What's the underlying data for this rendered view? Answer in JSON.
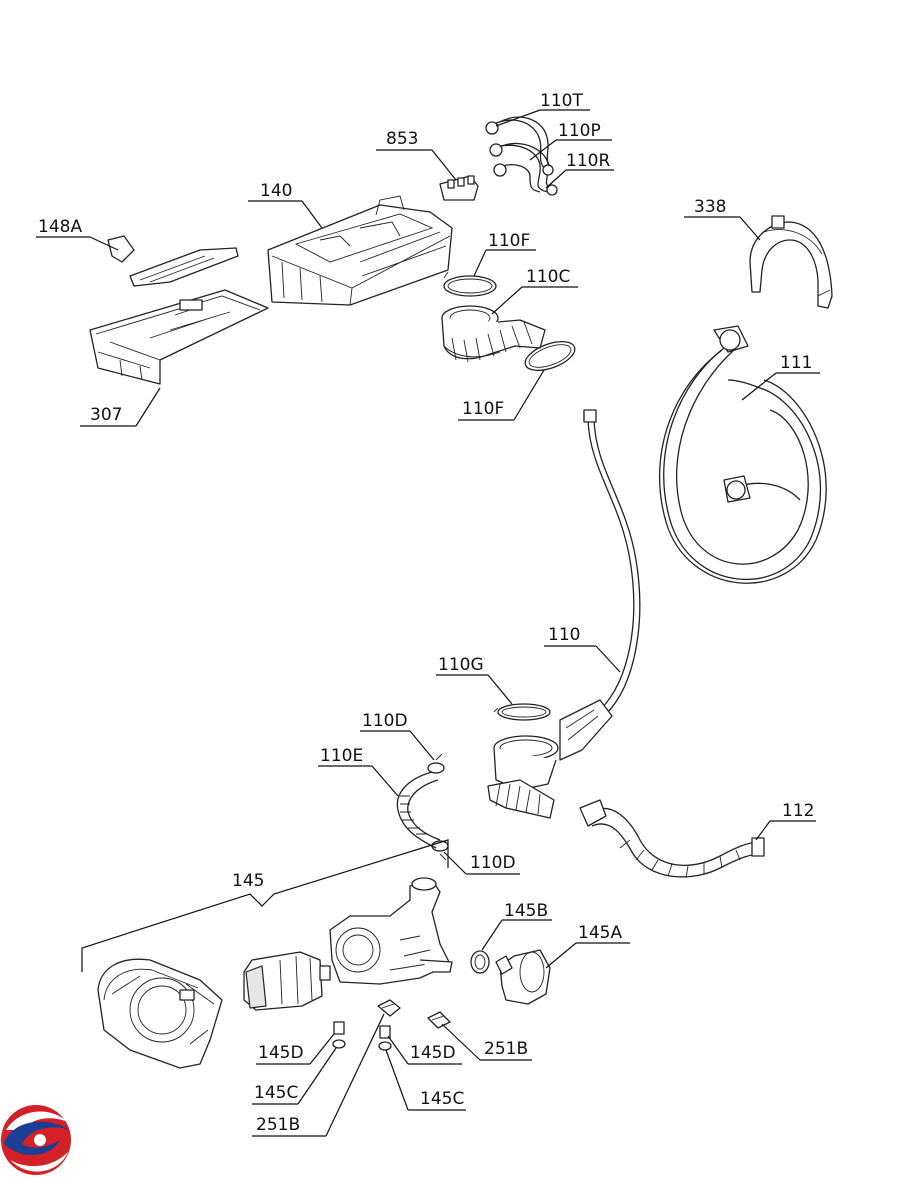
{
  "diagram": {
    "callouts": {
      "110T": "110T",
      "110P": "110P",
      "110R": "110R",
      "853": "853",
      "140": "140",
      "338": "338",
      "148A": "148A",
      "110F_top": "110F",
      "110C": "110C",
      "110F_bottom": "110F",
      "307": "307",
      "111": "111",
      "110": "110",
      "110G": "110G",
      "110D_top": "110D",
      "110E": "110E",
      "112": "112",
      "110D_bottom": "110D",
      "145": "145",
      "145B": "145B",
      "145A": "145A",
      "251B_right": "251B",
      "145D_left": "145D",
      "145D_right": "145D",
      "145C_left": "145C",
      "145C_right": "145C",
      "251B_left": "251B"
    },
    "parts": [
      "detergent-drawer-handle",
      "detergent-drawer",
      "dispenser-housing",
      "valve-connector",
      "inlet-hoses",
      "hose-bracket",
      "bellow-seal",
      "inlet-hose",
      "drain-pipe",
      "sump-hose",
      "drain-hose",
      "drain-pump-assembly"
    ],
    "logo": {
      "colors": [
        "#d42027",
        "#1b3f94",
        "#ffffff"
      ]
    }
  }
}
